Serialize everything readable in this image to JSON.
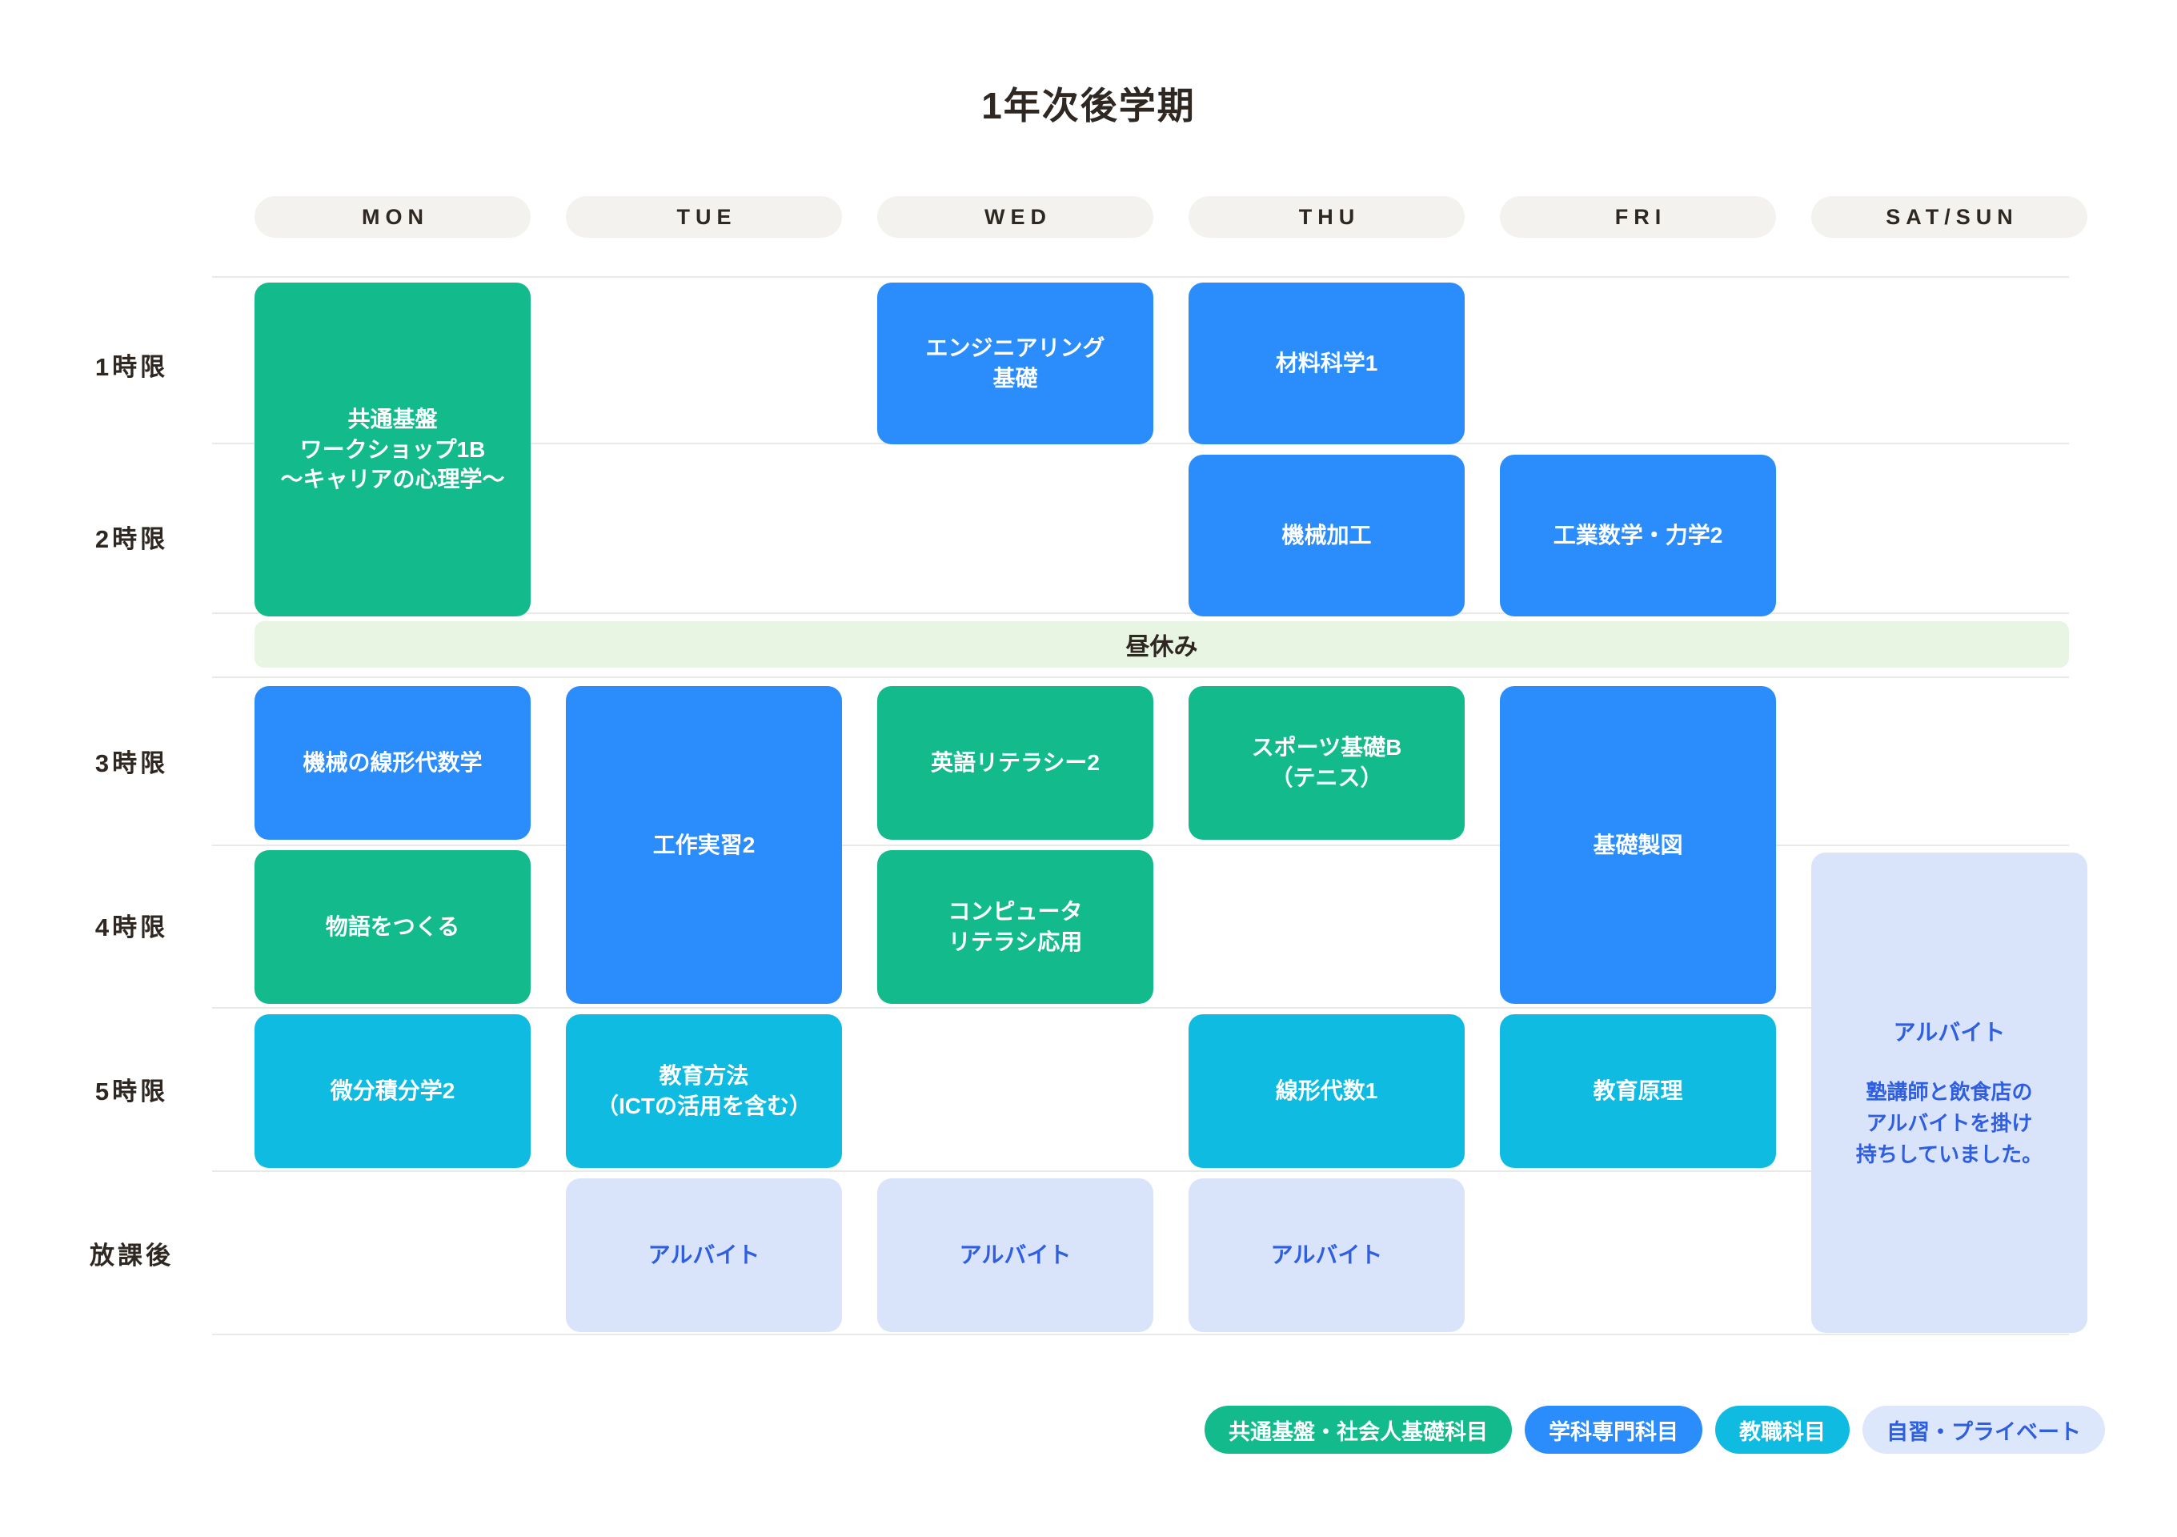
{
  "title": "1年次後学期",
  "colors": {
    "general": "#13ba8c",
    "major": "#2b8cfb",
    "teaching": "#0fbbe0",
    "private": "#d9e4fb",
    "lunch_bg": "#e8f5e2",
    "header_pill_bg": "#f3f2ee"
  },
  "days": [
    {
      "label": "MON"
    },
    {
      "label": "TUE"
    },
    {
      "label": "WED"
    },
    {
      "label": "THU"
    },
    {
      "label": "FRI"
    },
    {
      "label": "SAT/SUN"
    }
  ],
  "periods": [
    {
      "label": "1時限"
    },
    {
      "label": "2時限"
    },
    {
      "label": "3時限"
    },
    {
      "label": "4時限"
    },
    {
      "label": "5時限"
    },
    {
      "label": "放課後"
    }
  ],
  "lunch": {
    "label": "昼休み"
  },
  "entries": [
    {
      "id": "mon-1-2",
      "day": "MON",
      "start": 1,
      "span": 2,
      "category": "general",
      "text": "共通基盤\nワークショップ1B\n～キャリアの心理学～"
    },
    {
      "id": "wed-1",
      "day": "WED",
      "start": 1,
      "span": 1,
      "category": "major",
      "text": "エンジニアリング\n基礎"
    },
    {
      "id": "thu-1",
      "day": "THU",
      "start": 1,
      "span": 1,
      "category": "major",
      "text": "材料科学1"
    },
    {
      "id": "thu-2",
      "day": "THU",
      "start": 2,
      "span": 1,
      "category": "major",
      "text": "機械加工"
    },
    {
      "id": "fri-2",
      "day": "FRI",
      "start": 2,
      "span": 1,
      "category": "major",
      "text": "工業数学・力学2"
    },
    {
      "id": "mon-3",
      "day": "MON",
      "start": 3,
      "span": 1,
      "category": "major",
      "text": "機械の線形代数学"
    },
    {
      "id": "tue-3-4",
      "day": "TUE",
      "start": 3,
      "span": 2,
      "category": "major",
      "text": "工作実習2"
    },
    {
      "id": "wed-3",
      "day": "WED",
      "start": 3,
      "span": 1,
      "category": "general",
      "text": "英語リテラシー2"
    },
    {
      "id": "thu-3",
      "day": "THU",
      "start": 3,
      "span": 1,
      "category": "general",
      "text": "スポーツ基礎B\n（テニス）"
    },
    {
      "id": "fri-3-4",
      "day": "FRI",
      "start": 3,
      "span": 2,
      "category": "major",
      "text": "基礎製図"
    },
    {
      "id": "mon-4",
      "day": "MON",
      "start": 4,
      "span": 1,
      "category": "general",
      "text": "物語をつくる"
    },
    {
      "id": "wed-4",
      "day": "WED",
      "start": 4,
      "span": 1,
      "category": "general",
      "text": "コンピュータ\nリテラシ応用"
    },
    {
      "id": "mon-5",
      "day": "MON",
      "start": 5,
      "span": 1,
      "category": "teaching",
      "text": "微分積分学2"
    },
    {
      "id": "tue-5",
      "day": "TUE",
      "start": 5,
      "span": 1,
      "category": "teaching",
      "text": "教育方法\n（ICTの活用を含む）"
    },
    {
      "id": "thu-5",
      "day": "THU",
      "start": 5,
      "span": 1,
      "category": "teaching",
      "text": "線形代数1"
    },
    {
      "id": "fri-5",
      "day": "FRI",
      "start": 5,
      "span": 1,
      "category": "teaching",
      "text": "教育原理"
    },
    {
      "id": "tue-6",
      "day": "TUE",
      "start": 6,
      "span": 1,
      "category": "private",
      "text": "アルバイト"
    },
    {
      "id": "wed-6",
      "day": "WED",
      "start": 6,
      "span": 1,
      "category": "private",
      "text": "アルバイト"
    },
    {
      "id": "thu-6",
      "day": "THU",
      "start": 6,
      "span": 1,
      "category": "private",
      "text": "アルバイト"
    }
  ],
  "weekend_note": {
    "title": "アルバイト",
    "body": "塾講師と飲食店の\nアルバイトを掛け\n持ちしていました。"
  },
  "legend": [
    {
      "label": "共通基盤・社会人基礎科目",
      "category": "general"
    },
    {
      "label": "学科専門科目",
      "category": "major"
    },
    {
      "label": "教職科目",
      "category": "teaching"
    },
    {
      "label": "自習・プライベート",
      "category": "private"
    }
  ]
}
